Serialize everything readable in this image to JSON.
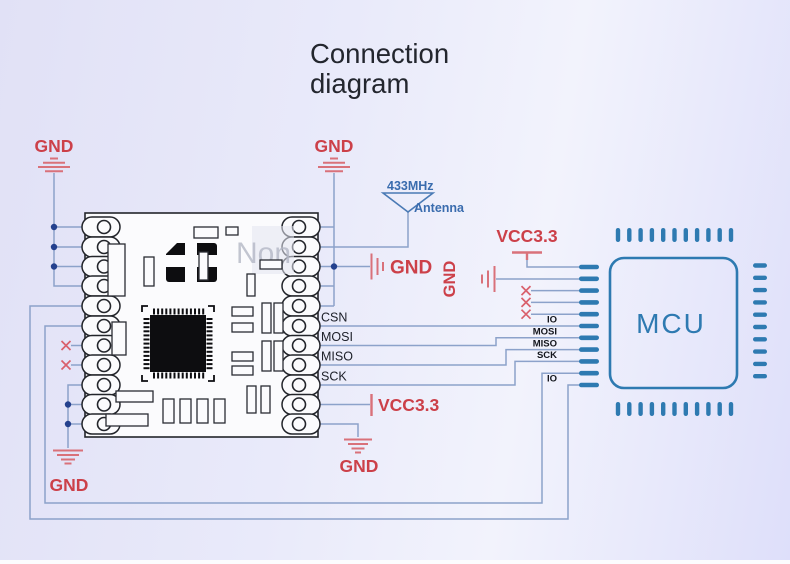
{
  "title": {
    "line1": "Connection",
    "line2": "diagram"
  },
  "watermark": "Non",
  "antenna": {
    "freq": "433MHz",
    "name": "Antenna"
  },
  "module_pin_labels": {
    "csn": "CSN",
    "mosi": "MOSI",
    "miso": "MISO",
    "sck": "SCK"
  },
  "mcu_name": "MCU",
  "mcu_pin_labels": {
    "io_a": "IO",
    "mosi": "MOSI",
    "miso": "MISO",
    "sck": "SCK",
    "io_b": "IO"
  },
  "power_labels": {
    "gnd_top_left": "GND",
    "gnd_top_mid": "GND",
    "gnd_module_right": "GND",
    "gnd_mcu": "GND",
    "vcc_mcu": "VCC3.3",
    "vcc_module": "VCC3.3",
    "gnd_module_bottom": "GND",
    "gnd_bottom_left": "GND"
  },
  "colors": {
    "wire": "#8ca2ca",
    "junction_dot": "#24418e",
    "red_text": "#cc4049",
    "red_symbol": "#d9717a",
    "blue_text": "#3a6cae",
    "mcu_blue": "#2e7ab1",
    "dark_text": "#1b1e27",
    "background": "#e7e8f9"
  }
}
